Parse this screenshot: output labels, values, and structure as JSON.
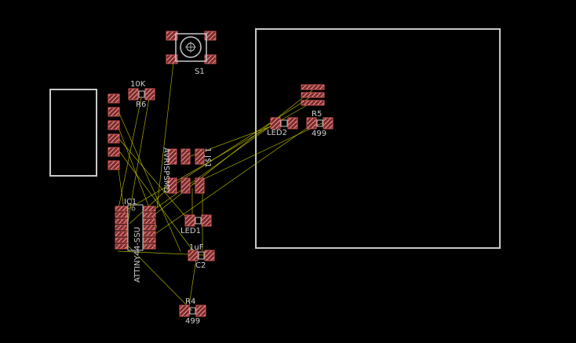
{
  "colors": {
    "background": "#000000",
    "pad": "#d45a5a",
    "airwire": "#c8c800",
    "outline": "#c8c8c8",
    "label": "#cfcfcf"
  },
  "parts": {
    "s1": {
      "name": "S1"
    },
    "r6": {
      "value": "10K",
      "name": "R6"
    },
    "r5": {
      "name": "R5",
      "value": "499"
    },
    "led2": {
      "name": "LED2"
    },
    "jp1": {
      "name": "J$1",
      "pin1": "1",
      "package": "AVRISPSMD"
    },
    "ic1": {
      "name": "IC1",
      "value": "ATTINY44-SSU"
    },
    "led1": {
      "name": "LED1"
    },
    "c2": {
      "value": "1uF",
      "name": "C2"
    },
    "r4": {
      "name": "R4",
      "value": "499"
    }
  }
}
